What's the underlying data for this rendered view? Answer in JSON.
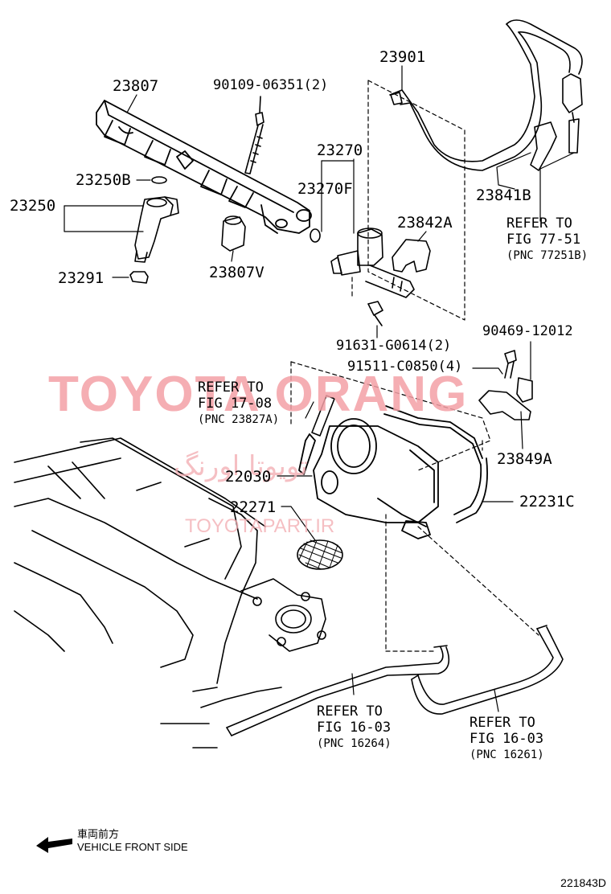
{
  "watermark": {
    "brand": "TOYOTA ORANG",
    "persian": "تویوتا اورنگ",
    "site": "TOYOTAPART.IR"
  },
  "parts": {
    "p23807": "23807",
    "p90109": "90109-06351(2)",
    "p23901": "23901",
    "p23250B": "23250B",
    "p23250": "23250",
    "p23270": "23270",
    "p23270F": "23270F",
    "p23842A": "23842A",
    "p23841B": "23841B",
    "p23807V": "23807V",
    "p23291": "23291",
    "p91631": "91631-G0614(2)",
    "p90469": "90469-12012",
    "p91511": "91511-C0850(4)",
    "p22030": "22030",
    "p22271": "22271",
    "p23849A": "23849A",
    "p22231C": "22231C"
  },
  "refs": {
    "r1": {
      "line1": "REFER TO",
      "line2": "FIG 77-51",
      "pnc": "(PNC 77251B)"
    },
    "r2": {
      "line1": "REFER TO",
      "line2": "FIG 17-08",
      "pnc": "(PNC 23827A)"
    },
    "r3": {
      "line1": "REFER TO",
      "line2": "FIG 16-03",
      "pnc": "(PNC 16264)"
    },
    "r4": {
      "line1": "REFER TO",
      "line2": "FIG 16-03",
      "pnc": "(PNC 16261)"
    }
  },
  "orientation": {
    "jp": "車両前方",
    "en": "VEHICLE FRONT SIDE"
  },
  "figure_code": "221843D"
}
